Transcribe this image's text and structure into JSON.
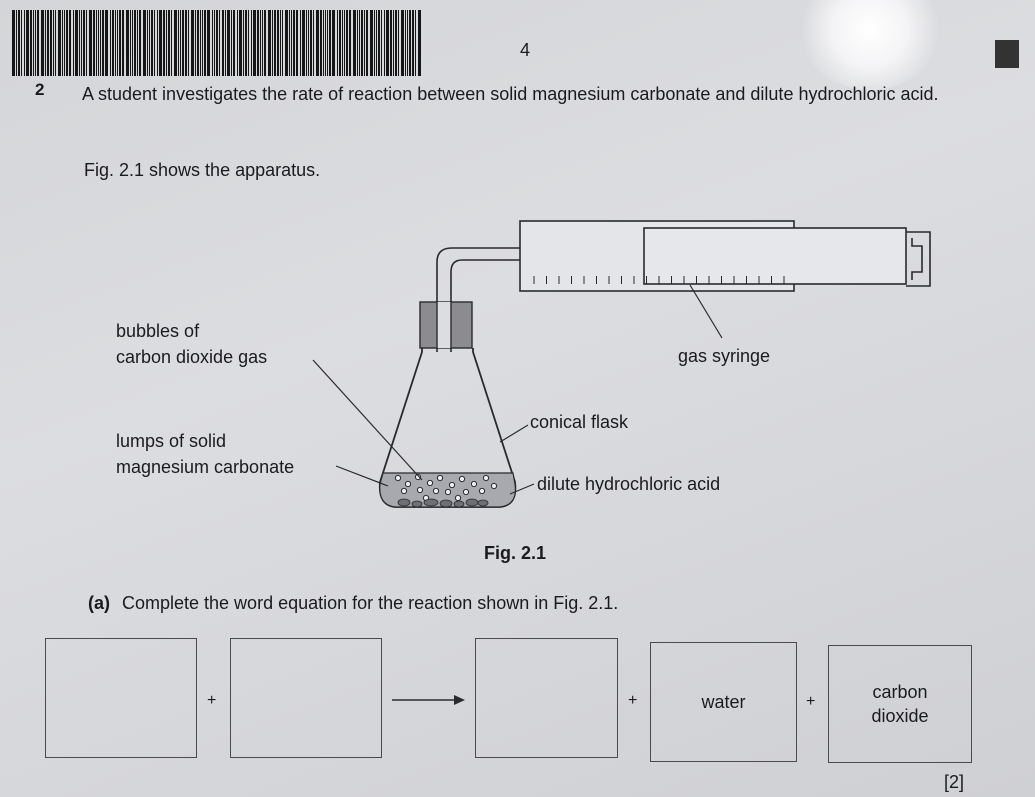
{
  "page": {
    "number": "4",
    "question_number": "2",
    "intro": "A student investigates the rate of reaction between solid magnesium carbonate and dilute hydrochloric acid.",
    "fig_intro": "Fig. 2.1 shows the apparatus."
  },
  "figure": {
    "caption": "Fig. 2.1",
    "labels": {
      "bubbles_line1": "bubbles of",
      "bubbles_line2": "carbon dioxide gas",
      "lumps_line1": "lumps of solid",
      "lumps_line2": "magnesium carbonate",
      "gas_syringe": "gas syringe",
      "conical_flask": "conical flask",
      "dilute_acid": "dilute hydrochloric acid"
    }
  },
  "part_a": {
    "letter": "(a)",
    "instruction": "Complete the word equation for the reaction shown in Fig. 2.1.",
    "equation": {
      "box1": "",
      "plus1": "+",
      "box2": "",
      "box3": "",
      "plus2": "+",
      "box4": "water",
      "plus3": "+",
      "box5_line1": "carbon",
      "box5_line2": "dioxide"
    },
    "marks": "[2]"
  }
}
